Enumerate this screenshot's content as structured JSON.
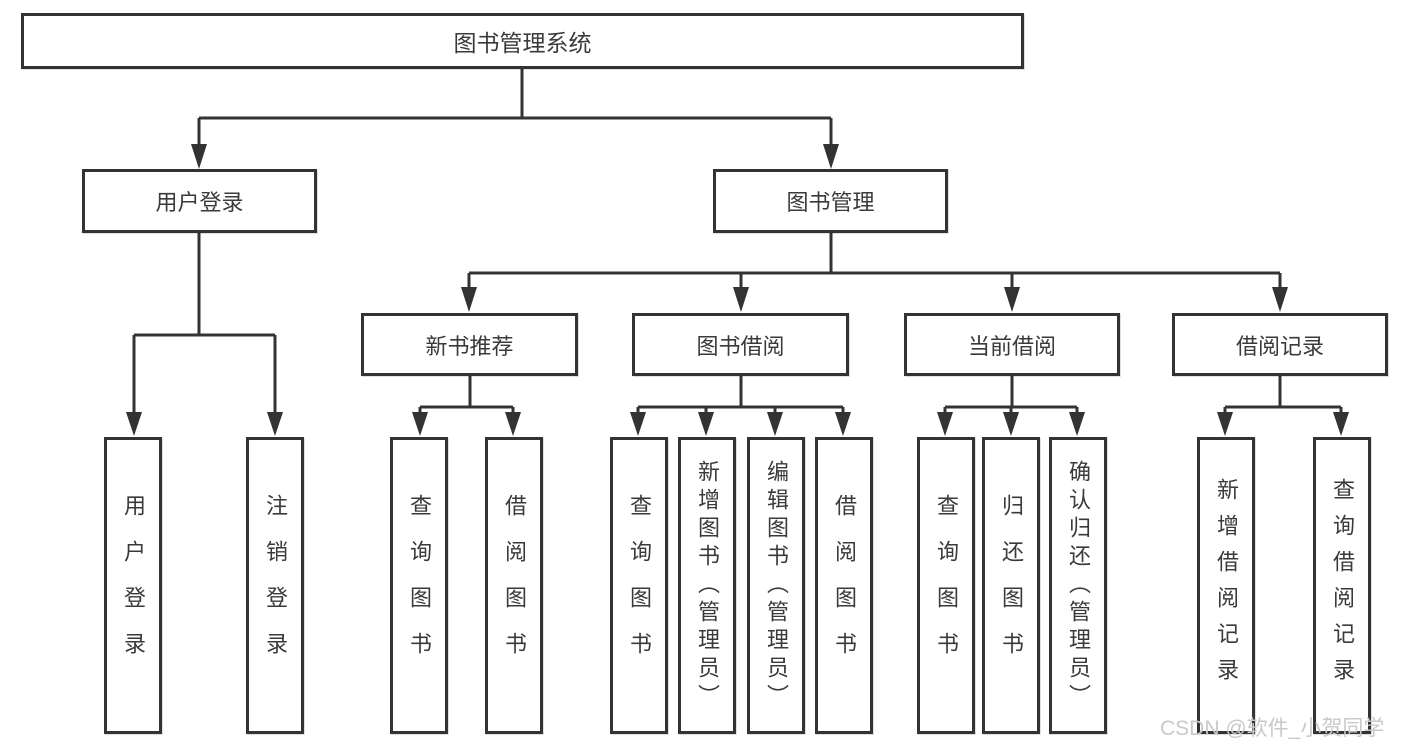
{
  "diagram": {
    "title": "图书管理系统",
    "root": {
      "label": "图书管理系统"
    },
    "level2": [
      {
        "label": "用户登录"
      },
      {
        "label": "图书管理"
      }
    ],
    "level3": [
      {
        "label": "新书推荐"
      },
      {
        "label": "图书借阅"
      },
      {
        "label": "当前借阅"
      },
      {
        "label": "借阅记录"
      }
    ],
    "leaves": [
      {
        "label": "用户登录"
      },
      {
        "label": "注销登录"
      },
      {
        "label": "查询图书"
      },
      {
        "label": "借阅图书"
      },
      {
        "label": "查询图书"
      },
      {
        "label": "新增图书（管理员）"
      },
      {
        "label": "编辑图书（管理员）"
      },
      {
        "label": "借阅图书"
      },
      {
        "label": "查询图书"
      },
      {
        "label": "归还图书"
      },
      {
        "label": "确认归还（管理员）"
      },
      {
        "label": "新增借阅记录"
      },
      {
        "label": "查询借阅记录"
      }
    ]
  },
  "watermark": "CSDN @软件_小贺同学",
  "colors": {
    "line": "#333333",
    "text": "#3a3a3a",
    "watermark": "#c9c9c9",
    "background": "#ffffff"
  }
}
